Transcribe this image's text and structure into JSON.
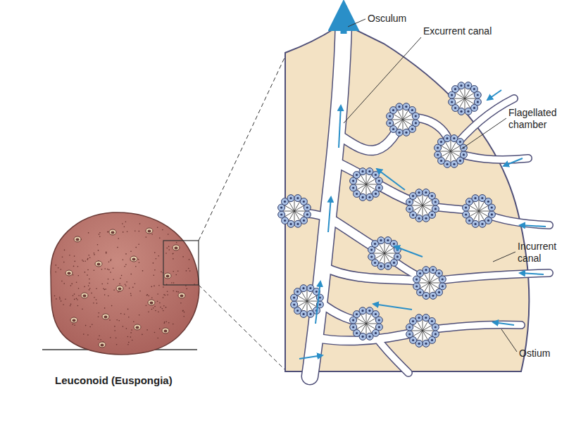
{
  "diagram": {
    "caption": "Leuconoid (Euspongia)",
    "labels": [
      "Osculum",
      "Excurrent canal",
      "Flagellated chamber",
      "Incurrent canal",
      "Ostium"
    ]
  }
}
